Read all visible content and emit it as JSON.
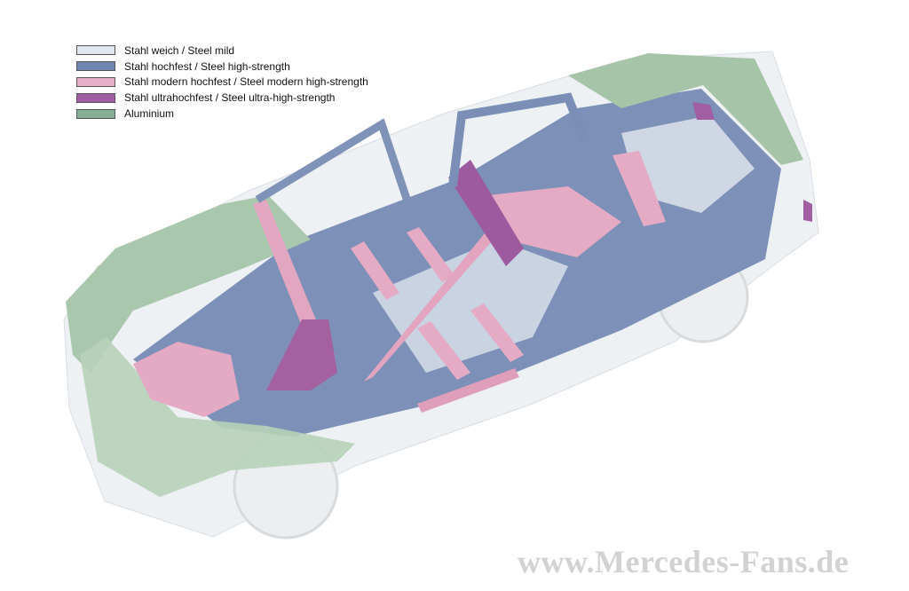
{
  "legend": [
    {
      "label": "Stahl weich / Steel mild",
      "color": "#dde4ee"
    },
    {
      "label": "Stahl hochfest / Steel high-strength",
      "color": "#6f86b0"
    },
    {
      "label": "Stahl modern hochfest / Steel modern high-strength",
      "color": "#e8b0c8"
    },
    {
      "label": "Stahl ultrahochfest / Steel ultra-high-strength",
      "color": "#a25ea2"
    },
    {
      "label": "Aluminium",
      "color": "#86ae94"
    }
  ],
  "watermark": "www.Mercedes-Fans.de"
}
